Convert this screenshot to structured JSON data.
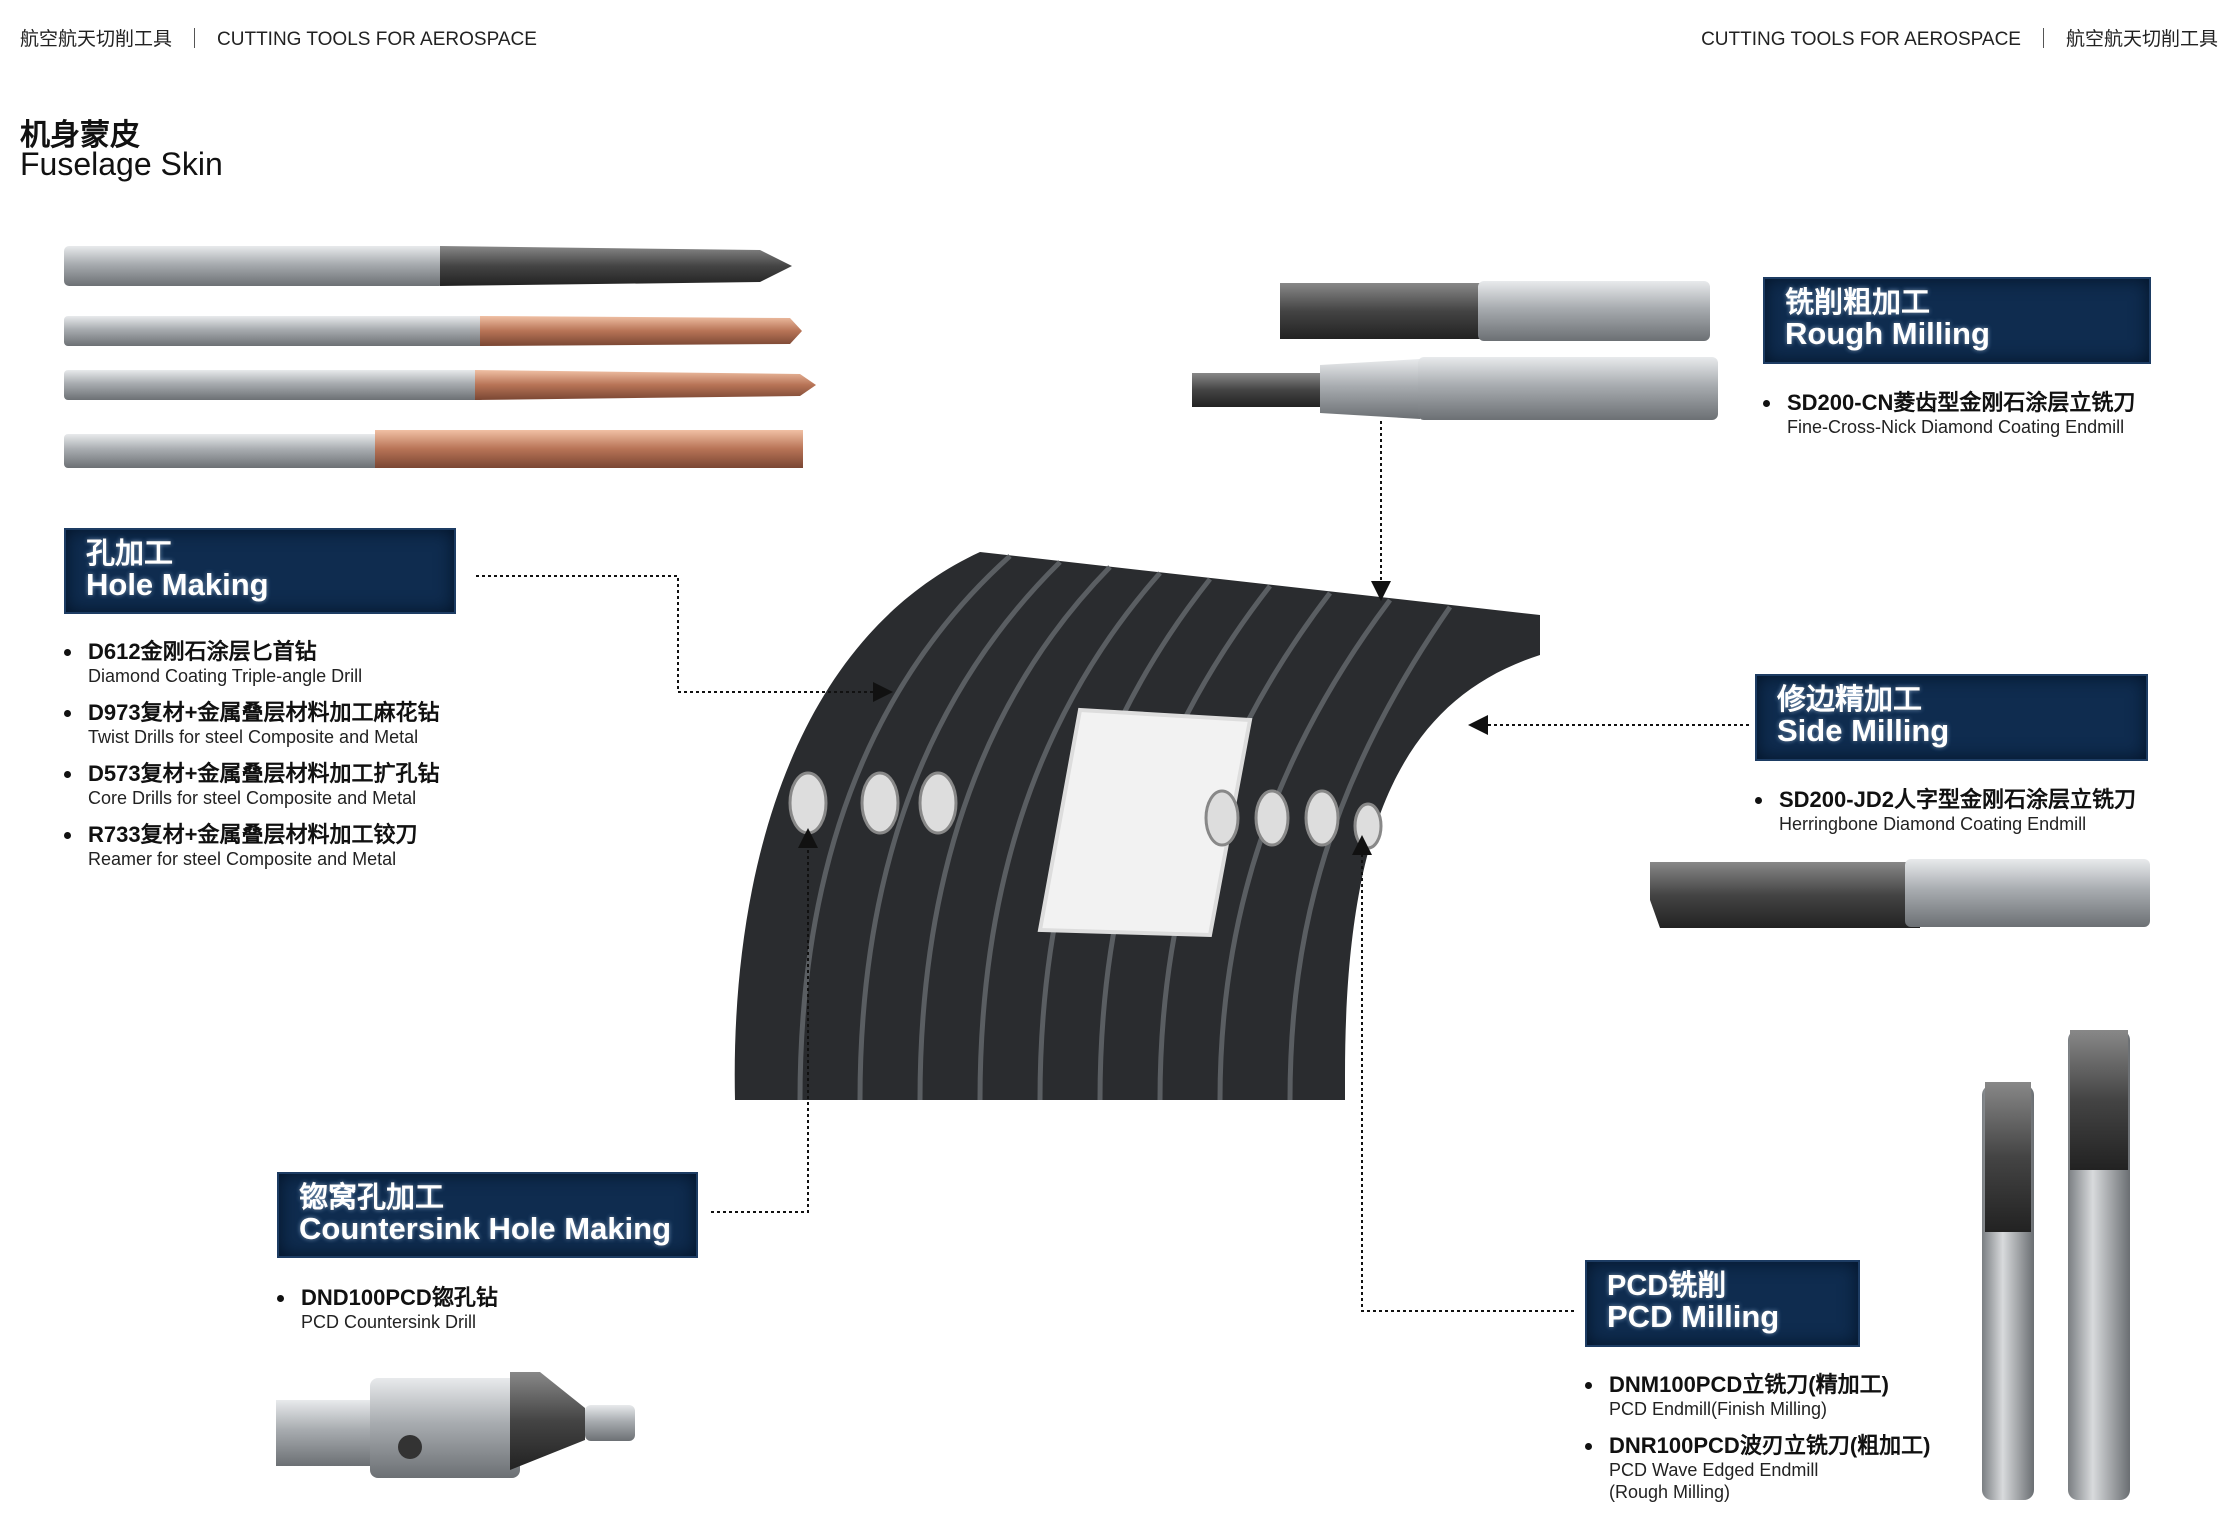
{
  "header": {
    "left_cn": "航空航天切削工具",
    "left_en": "CUTTING TOOLS FOR AEROSPACE",
    "right_en": "CUTTING TOOLS FOR AEROSPACE",
    "right_cn": "航空航天切削工具"
  },
  "page": {
    "title_cn": "机身蒙皮",
    "title_en": "Fuselage Skin"
  },
  "sections": {
    "hole_making": {
      "cn": "孔加工",
      "en": "Hole Making",
      "items": [
        {
          "cn": "D612金刚石涂层匕首钻",
          "en": "Diamond Coating Triple-angle Drill"
        },
        {
          "cn": "D973复材+金属叠层材料加工麻花钻",
          "en": "Twist Drills for steel Composite and Metal"
        },
        {
          "cn": "D573复材+金属叠层材料加工扩孔钻",
          "en": "Core Drills for steel Composite and Metal"
        },
        {
          "cn": "R733复材+金属叠层材料加工铰刀",
          "en": "Reamer for steel Composite and Metal"
        }
      ]
    },
    "rough_milling": {
      "cn": "铣削粗加工",
      "en": "Rough Milling",
      "items": [
        {
          "cn": "SD200-CN菱齿型金刚石涂层立铣刀",
          "en": "Fine-Cross-Nick Diamond Coating Endmill"
        }
      ]
    },
    "side_milling": {
      "cn": "修边精加工",
      "en": "Side Milling",
      "items": [
        {
          "cn": "SD200-JD2人字型金刚石涂层立铣刀",
          "en": "Herringbone Diamond Coating Endmill"
        }
      ]
    },
    "countersink": {
      "cn": "锪窝孔加工",
      "en": "Countersink Hole Making",
      "items": [
        {
          "cn": "DND100PCD锪孔钻",
          "en": "PCD Countersink Drill"
        }
      ]
    },
    "pcd_milling": {
      "cn": "PCD铣削",
      "en": "PCD Milling",
      "items": [
        {
          "cn": "DNM100PCD立铣刀(精加工)",
          "en": "PCD Endmill(Finish Milling)"
        },
        {
          "cn": "DNR100PCD波刃立铣刀(粗加工)",
          "en": "PCD Wave Edged Endmill",
          "en2": "(Rough Milling)"
        }
      ]
    }
  },
  "colors": {
    "box_bg": "#0f2c4f",
    "copper": "#c98a6a",
    "steel": "#b8bcc0",
    "fuselage": "#2a2c2f"
  }
}
